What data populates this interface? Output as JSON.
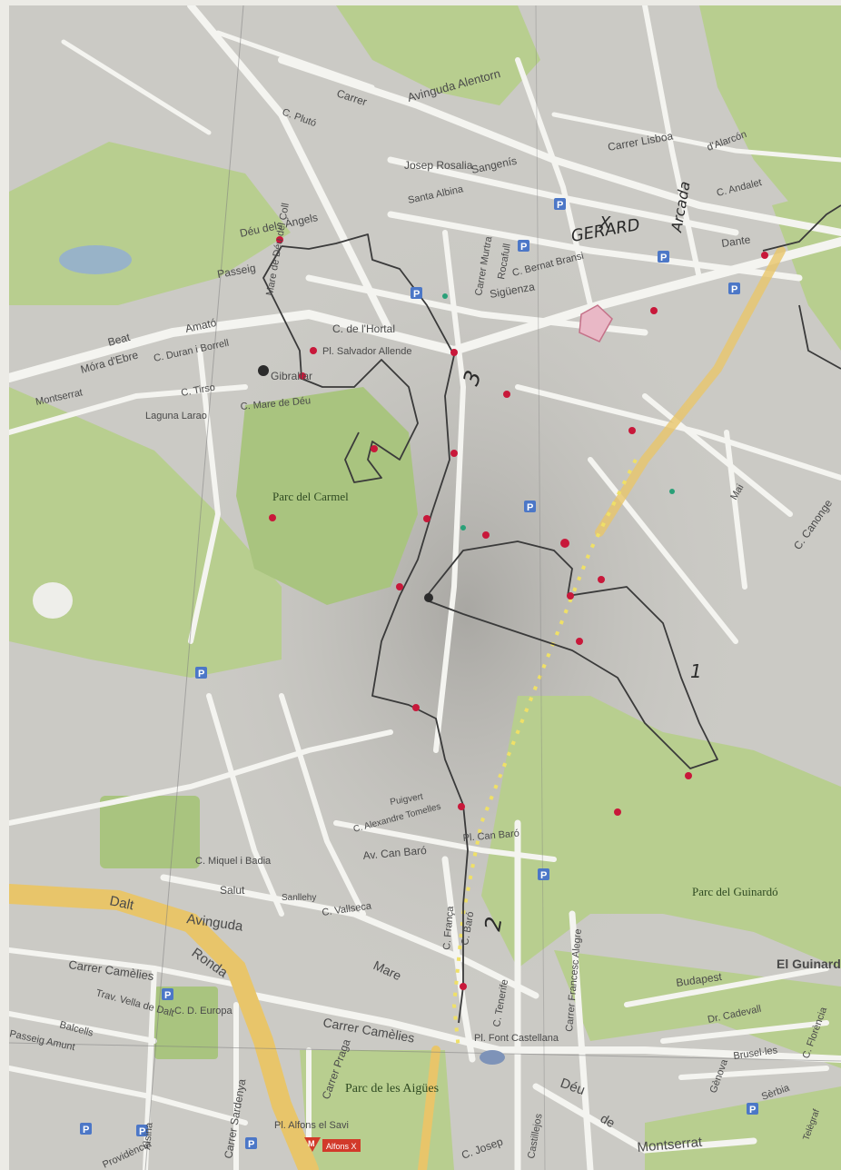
{
  "labels": {
    "avinguda_alentorn": "Avinguda Alentorn",
    "carrer": "Carrer",
    "c_pluto": "C. Plutó",
    "josep_rosalia": "Josep Rosalia",
    "sangenis": "Sangenís",
    "santa_albina": "Santa Albina",
    "deu_dels_angels": "Déu dels Àngels",
    "carrer_lisboa": "Carrer Lisboa",
    "d_alarcon": "d'Alarcón",
    "c_andalet": "C. Andalet",
    "dante": "Dante",
    "siguenza": "Sigüenza",
    "c_bernat_bransi": "C. Bernat Bransi",
    "carrer_murtra": "Carrer Murtra",
    "rocafull": "Rocafull",
    "c_de_l_hortal": "C. de l'Hortal",
    "pl_salvador_allende": "Pl. Salvador Allende",
    "gibraltar": "Gibraltar",
    "mora_debre": "Móra d'Ebre",
    "c_duran_i_borrell": "C. Duran i Borrell",
    "beat": "Beat",
    "amato": "Amató",
    "montserrat_top": "Montserrat",
    "laguna_larao": "Laguna Larao",
    "parc_del_carmel": "Parc del Carmel",
    "c_canonge": "C. Canonge",
    "mai": "Mai",
    "parc_del_guinardo": "Parc del Guinardó",
    "el_guinardo": "El Guinardó",
    "budapest": "Budapest",
    "dr_cadevall": "Dr. Cadevall",
    "brusel_les": "Brusel·les",
    "genova": "Gènova",
    "serbia": "Sèrbia",
    "telegraf": "Telègraf",
    "c_florencia": "C. Florència",
    "carrer_francesc_alegre": "Carrer Francesc Alegre",
    "pl_font_castellana": "Pl. Font Castellana",
    "deu": "Déu",
    "de": "de",
    "montserrat_bottom": "Montserrat",
    "c_josep": "C. Josep",
    "castillejos": "Castillejos",
    "parc_de_les_aigues": "Parc de les Aigües",
    "pl_alfons_el_savi": "Pl. Alfons el Savi",
    "alfons_x": "Alfons X",
    "carrer_camelies": "Carrer Camèlies",
    "carrer_camelies_left": "Carrer Camèlies",
    "carrer_praga": "Carrer Praga",
    "mare": "Mare",
    "c_franca": "C. França",
    "c_baro": "C. Baró",
    "c_tenerife": "C. Tenerife",
    "avinguda": "Avinguda",
    "ronda": "Ronda",
    "dalt": "Dalt",
    "c_miquel_i_badia": "C. Miquel i Badia",
    "salut": "Salut",
    "sanllehy": "Sanllehy",
    "c_vallseca": "C. Vallseca",
    "av_can_baro": "Av. Can Baró",
    "pl_can_baro": "Pl. Can Baró",
    "c_alexandre_tomelles": "C. Alexandre Tomelles",
    "pugvert": "Puigvert",
    "c_d_europa": "C. D. Europa",
    "trav_vella_de_dalt": "Trav. Vella de Dalt",
    "balcells": "Balcells",
    "passeig_amunt": "Passeig Amunt",
    "carrer_sardenya": "Carrer Sardenya",
    "alsina": "Alsina",
    "providencia": "Providència",
    "mare_de_deu_del_coll": "Mare de Déu del Coll",
    "passeig": "Passeig",
    "c_tirso": "C. Tirso",
    "c_mare_de_deu": "C. Mare de Déu",
    "p": "P",
    "m": "M"
  },
  "handwriting": {
    "gerard": "GERARD",
    "x": "X",
    "arcada": "Arcada",
    "one": "1",
    "two": "2",
    "three": "3"
  },
  "colors": {
    "park": "#b8ce8f",
    "ronda": "#e8c56a",
    "pin": "#c8183a",
    "parking": "#4c77c7",
    "metro": "#d23a2a"
  }
}
